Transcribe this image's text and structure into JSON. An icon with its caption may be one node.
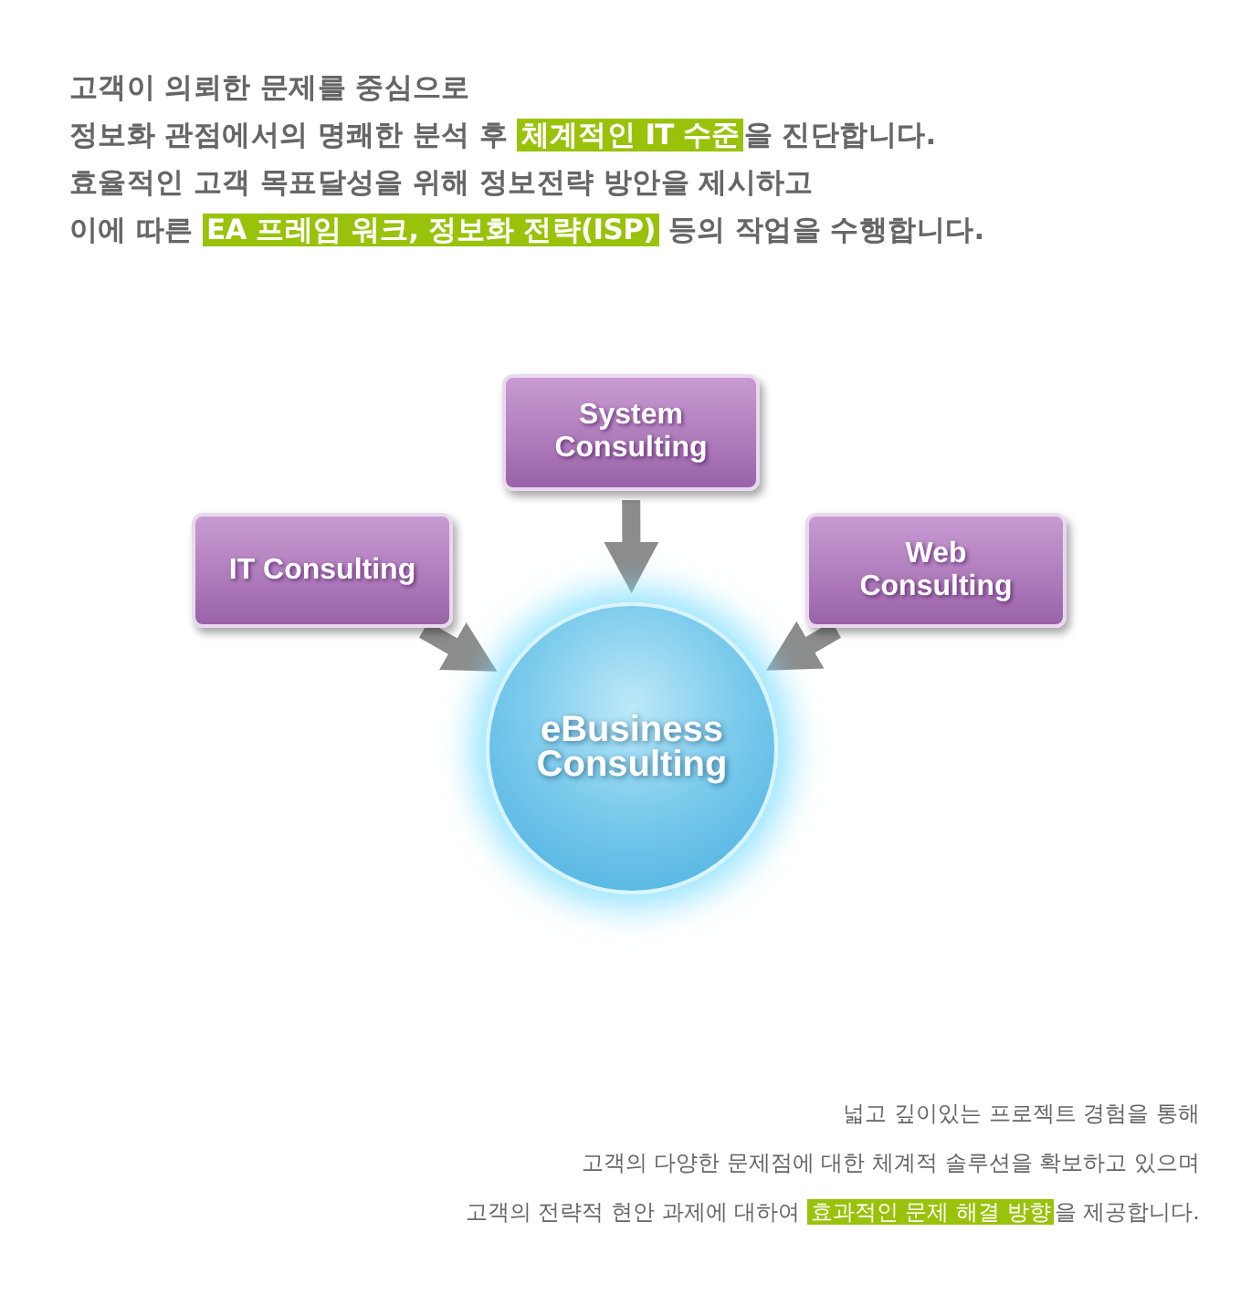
{
  "diagram": {
    "nodes": [
      {
        "text": [
          "System Consulting"
        ]
      },
      {
        "text": [
          "IT Consulting"
        ]
      },
      {
        "text": [
          "Web Consulting"
        ]
      },
      {
        "text": [
          "eBusiness Consulting"
        ]
      }
    ],
    "edges": [
      {
        "from": 0,
        "to": 3,
        "arrow": "to"
      },
      {
        "from": 1,
        "to": 3,
        "arrow": "to"
      },
      {
        "from": 2,
        "to": 3,
        "arrow": "to"
      }
    ],
    "labels": [
      "고객이 의뢰한 문제를 중심으로",
      "정보화 관점에서의 명쾌한 분석 후 **체계적인 IT 수준**을 진단합니다.",
      "효율적인 고객 목표달성을 위해 정보전략 방안을 제시하고",
      "이에 따른 **EA 프레임 워크, 정보화 전략(ISP)** 등의 작업을 수행합니다.",
      "넓고 깊이있는 프로젝트 경험을 통해",
      "고객의 다양한 문제점에 대한 체계적 솔루션을 확보하고 있으며",
      "고객의 전략적 현안 과제에 대하여 **효과적인 문제 해결 방향**을 제공합니다."
    ]
  }
}
